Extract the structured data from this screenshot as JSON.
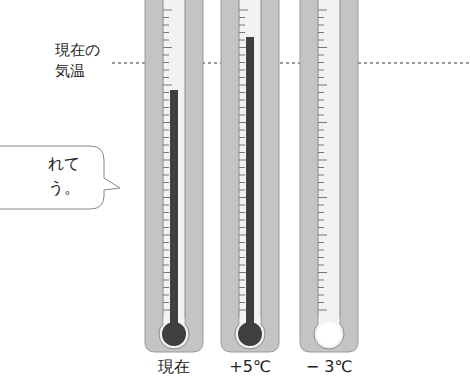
{
  "diagram": {
    "nodes": [
      {
        "text": [
          "れて う。"
        ]
      }
    ],
    "labels": [
      "現在の 気温",
      "現在",
      "+5℃",
      "− 3℃"
    ]
  }
}
